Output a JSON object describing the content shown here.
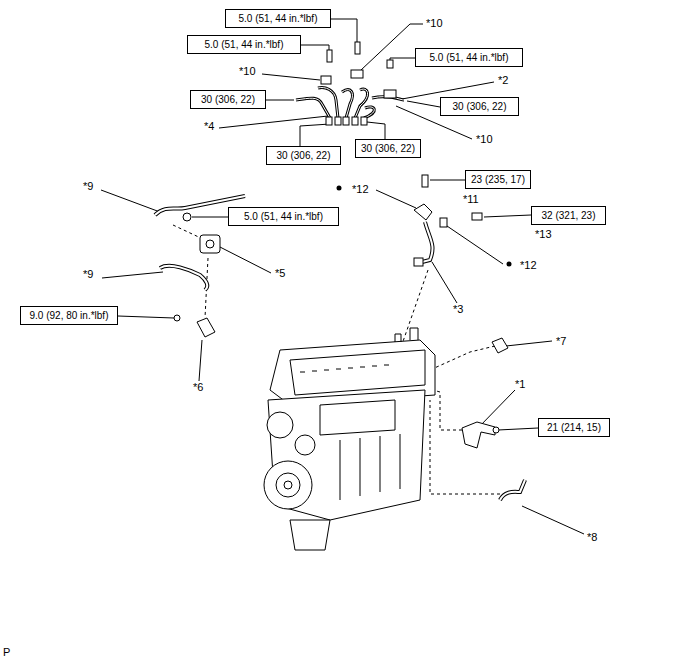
{
  "diagram": {
    "nodes": [
      {
        "text": [
          "5.0 (51, 44 in.*lbf)"
        ]
      },
      {
        "text": [
          "5.0 (51, 44 in.*lbf)"
        ]
      },
      {
        "text": [
          "5.0 (51, 44 in.*lbf)"
        ]
      },
      {
        "text": [
          "30 (306, 22)"
        ]
      },
      {
        "text": [
          "30 (306, 22)"
        ]
      },
      {
        "text": [
          "30 (306, 22)"
        ]
      },
      {
        "text": [
          "30 (306, 22)"
        ]
      },
      {
        "text": [
          "23 (235, 17)"
        ]
      },
      {
        "text": [
          "5.0 (51, 44 in.*lbf)"
        ]
      },
      {
        "text": [
          "32 (321, 23)"
        ]
      },
      {
        "text": [
          "9.0 (92, 80 in.*lbf)"
        ]
      },
      {
        "text": [
          "21 (214, 15)"
        ]
      }
    ],
    "labels": [
      "*10",
      "*10",
      "*2",
      "*4",
      "*10",
      "*9",
      "*12",
      "*11",
      "*13",
      "*5",
      "*12",
      "*9",
      "*3",
      "*7",
      "*6",
      "*1",
      "*8",
      "P"
    ]
  }
}
